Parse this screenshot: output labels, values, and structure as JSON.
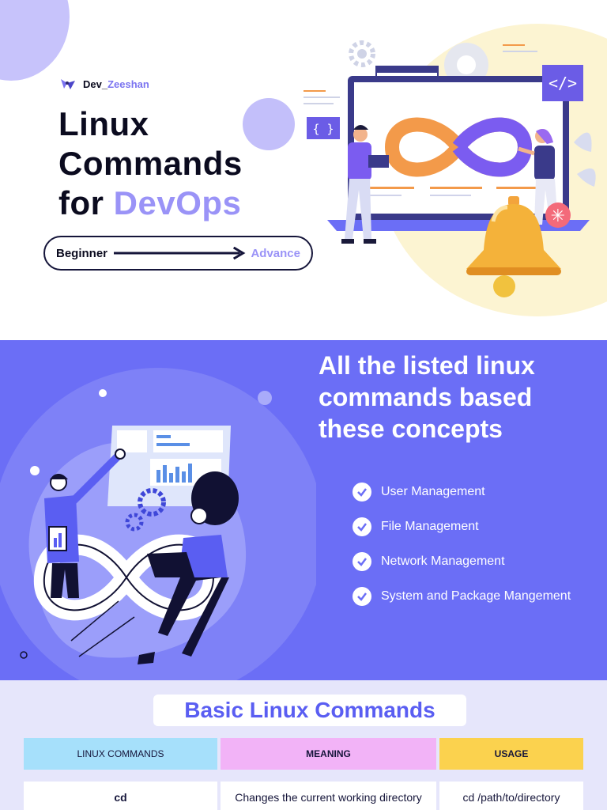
{
  "brand": {
    "name_prefix": "Dev_",
    "name_suffix": "Zeeshan",
    "logo_icon": "butterfly-logo-icon"
  },
  "hero": {
    "title_line1": "Linux",
    "title_line2": "Commands",
    "title_line3_prefix": "for ",
    "title_line3_accent": "DevOps",
    "level_from": "Beginner",
    "level_to": "Advance"
  },
  "concepts": {
    "title": "All the listed linux commands based these concepts",
    "items": [
      {
        "label": "User Management",
        "icon": "check-circle-icon"
      },
      {
        "label": "File Management",
        "icon": "check-circle-icon"
      },
      {
        "label": "Network Management",
        "icon": "check-circle-icon"
      },
      {
        "label": "System and Package Mangement",
        "icon": "check-circle-icon"
      }
    ]
  },
  "commands": {
    "title": "Basic Linux Commands",
    "headers": [
      "LINUX COMMANDS",
      "MEANING",
      "USAGE"
    ],
    "rows": [
      {
        "command": "cd",
        "meaning": "Changes the current working directory",
        "usage": "cd /path/to/directory"
      }
    ]
  },
  "colors": {
    "accent": "#9a93f7",
    "band": "#6b6ef6",
    "title_blue": "#5a5ef2",
    "header_blue": "#a6e0fb",
    "header_pink": "#f2b3f7",
    "header_yellow": "#fbd24e"
  }
}
